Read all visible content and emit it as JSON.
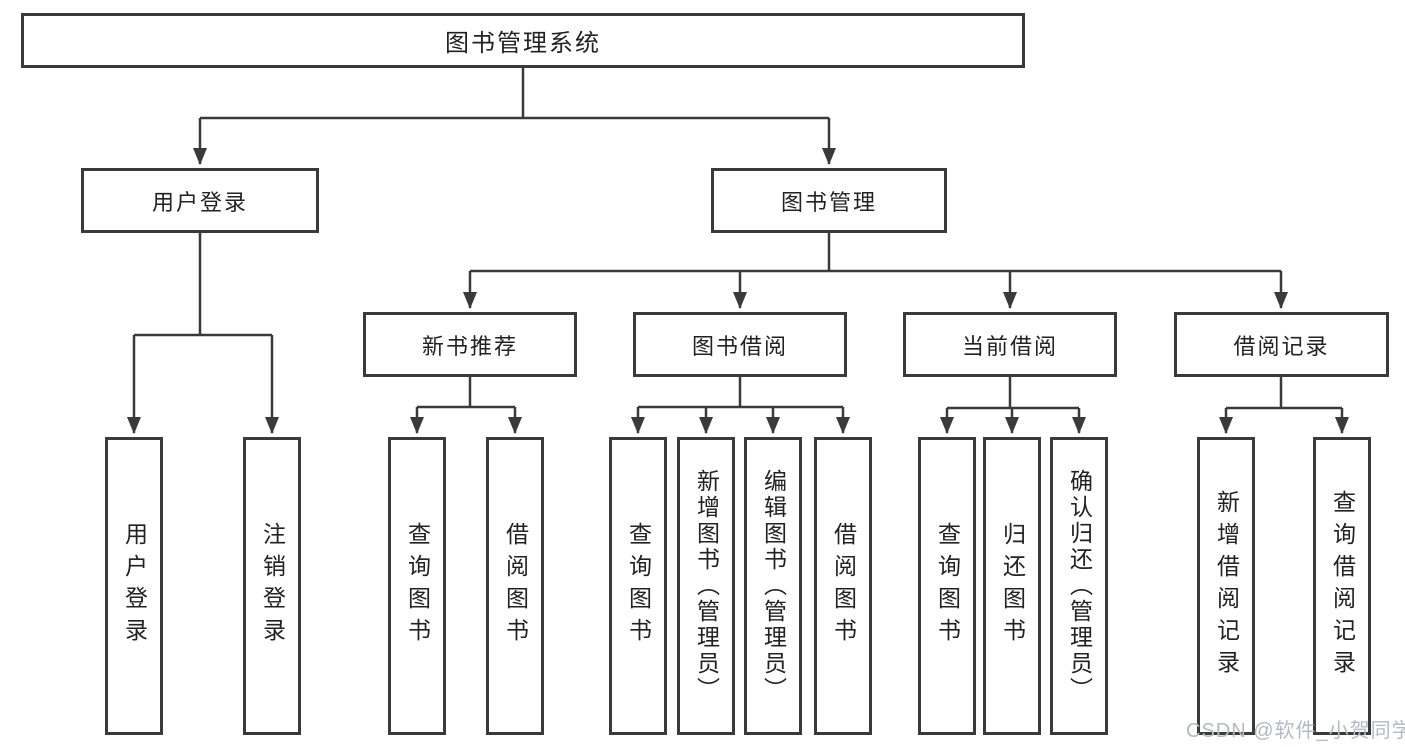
{
  "diagram": {
    "root": {
      "label": "图书管理系统"
    },
    "level2": [
      {
        "label": "用户登录"
      },
      {
        "label": "图书管理"
      }
    ],
    "level3": [
      {
        "label": "新书推荐"
      },
      {
        "label": "图书借阅"
      },
      {
        "label": "当前借阅"
      },
      {
        "label": "借阅记录"
      }
    ],
    "leaves": [
      {
        "label": "用户登录"
      },
      {
        "label": "注销登录"
      },
      {
        "label": "查询图书"
      },
      {
        "label": "借阅图书"
      },
      {
        "label": "查询图书"
      },
      {
        "label": "新增图书（管理员）"
      },
      {
        "label": "编辑图书（管理员）"
      },
      {
        "label": "借阅图书"
      },
      {
        "label": "查询图书"
      },
      {
        "label": "归还图书"
      },
      {
        "label": "确认归还（管理员）"
      },
      {
        "label": "新增借阅记录"
      },
      {
        "label": "查询借阅记录"
      }
    ]
  },
  "watermark": {
    "text": "CSDN @软件_小贺同学"
  },
  "colors": {
    "line": "#3a3a3a",
    "border": "#3a3a3a",
    "text": "#222222",
    "watermark_text": "#b3bac1",
    "background": "#ffffff"
  }
}
